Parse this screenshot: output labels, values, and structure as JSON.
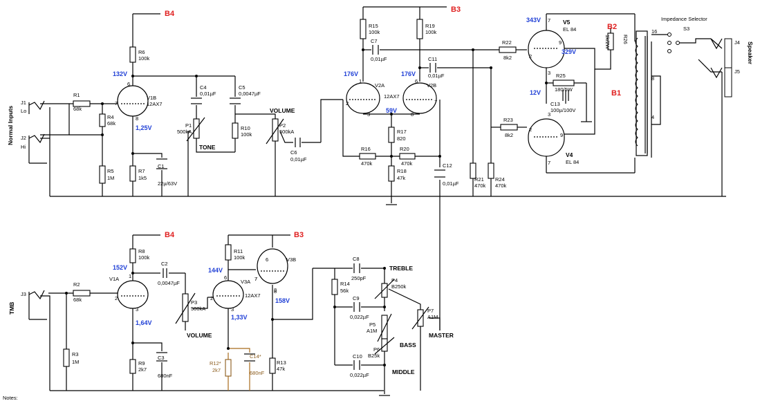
{
  "section_labels": {
    "normal_inputs": "Normal Inputs",
    "tmb": "TMB",
    "speaker": "Speaker",
    "notes": "Notes:",
    "impedance_selector": "Impedance Selector"
  },
  "rails": {
    "b4_top": "B4",
    "b3_top": "B3",
    "b2": "B2",
    "b1": "B1",
    "b4_bottom": "B4",
    "b3_bottom": "B3"
  },
  "jacks": {
    "j1": "J1",
    "j1_sub": "Lo",
    "j2": "J2",
    "j2_sub": "Hi",
    "j3": "J3",
    "j4": "J4",
    "j5": "J5",
    "s3": "S3"
  },
  "tubes": {
    "v1b": {
      "name": "V1B",
      "type": "12AX7"
    },
    "v2a": {
      "name": "V2A",
      "type": "12AX7"
    },
    "v2b": {
      "name": "V2B"
    },
    "v5": {
      "name": "V5",
      "type": "EL 84"
    },
    "v4": {
      "name": "V4",
      "type": "EL 84"
    },
    "v1a": {
      "name": "V1A"
    },
    "v3a": {
      "name": "V3A",
      "type": "12AX7"
    },
    "v3b": {
      "name": "V3B"
    }
  },
  "pins": [
    "6",
    "7",
    "8",
    "1",
    "2",
    "3",
    "6",
    "7",
    "8",
    "7",
    "9",
    "2",
    "3",
    "2",
    "9",
    "3",
    "7",
    "6",
    "7",
    "8",
    "1",
    "2",
    "3",
    "2",
    "3",
    "6",
    "7",
    "8",
    "16",
    "8",
    "4"
  ],
  "resistors": {
    "r1": [
      "R1",
      "68k"
    ],
    "r2": [
      "R2",
      "68k"
    ],
    "r3": [
      "R3",
      "1M"
    ],
    "r4": [
      "R4",
      "68k"
    ],
    "r5": [
      "R5",
      "1M"
    ],
    "r6": [
      "R6",
      "100k"
    ],
    "r7": [
      "R7",
      "1k5"
    ],
    "r8": [
      "R8",
      "100k"
    ],
    "r9": [
      "R9",
      "2k7"
    ],
    "r10": [
      "R10",
      "100k"
    ],
    "r11": [
      "R11",
      "100k"
    ],
    "r12": [
      "R12*",
      "2k7"
    ],
    "r13": [
      "R13",
      "47k"
    ],
    "r14": [
      "R14",
      "56k"
    ],
    "r15": [
      "R15",
      "100k"
    ],
    "r16": [
      "R16",
      "470k"
    ],
    "r17": [
      "R17",
      "820"
    ],
    "r18": [
      "R18",
      "47k"
    ],
    "r19": [
      "R19",
      "100k"
    ],
    "r20": [
      "R20",
      "470k"
    ],
    "r21": [
      "R21",
      "470k"
    ],
    "r22": [
      "R22",
      "8k2"
    ],
    "r23": [
      "R23",
      "8k2"
    ],
    "r24": [
      "R24",
      "470k"
    ],
    "r25": [
      "R25",
      "180/5W"
    ],
    "r26": [
      "R26",
      "1k/2W"
    ]
  },
  "capacitors": {
    "c1": [
      "C1",
      "22µ/63V"
    ],
    "c2": [
      "C2",
      "0,0047µF"
    ],
    "c3": [
      "C3",
      "680nF"
    ],
    "c4": [
      "C4",
      "0,01µF"
    ],
    "c5": [
      "C5",
      "0,0047µF"
    ],
    "c6": [
      "C6",
      "0,01µF"
    ],
    "c7": [
      "C7",
      "0,01µF"
    ],
    "c8": [
      "C8",
      "250pF"
    ],
    "c9": [
      "C9",
      "0,022µF"
    ],
    "c10": [
      "C10",
      "0,022µF"
    ],
    "c11": [
      "C11",
      "0,01µF"
    ],
    "c12": [
      "C12",
      "0,01µF"
    ],
    "c13": [
      "C13",
      "100µ/100V"
    ],
    "c14": [
      "C14*",
      "680nF"
    ]
  },
  "pots": {
    "p1": [
      "P1",
      "500kA"
    ],
    "p2": [
      "P2",
      "500kA"
    ],
    "p3": [
      "P3",
      "500kA"
    ],
    "p4": [
      "P4",
      "B250k"
    ],
    "p5": [
      "P5",
      "A1M"
    ],
    "p6": [
      "P6",
      "B25k"
    ],
    "p7": [
      "P7",
      "A1M"
    ]
  },
  "control_labels": {
    "tone": "TONE",
    "volume_top": "VOLUME",
    "volume_bottom": "VOLUME",
    "treble": "TREBLE",
    "bass": "BASS",
    "middle": "MIDDLE",
    "master": "MASTER"
  },
  "voltages": {
    "v1b_plate": "132V",
    "v1b_cathode": "1,25V",
    "v2a_plate": "176V",
    "v2b_plate": "176V",
    "v2_cathode": "59V",
    "v5_plate": "343V",
    "v5_screen": "329V",
    "power_cathode": "12V",
    "v1a_plate": "152V",
    "v1a_cathode": "1,64V",
    "v3a_plate": "144V",
    "v3a_cathode": "1,33V",
    "v3b_cathode": "158V"
  },
  "colors": {
    "rail": "#e01f1f",
    "voltage": "#1f3fd6",
    "insert": "#8a5a1a",
    "wire": "#000000"
  }
}
